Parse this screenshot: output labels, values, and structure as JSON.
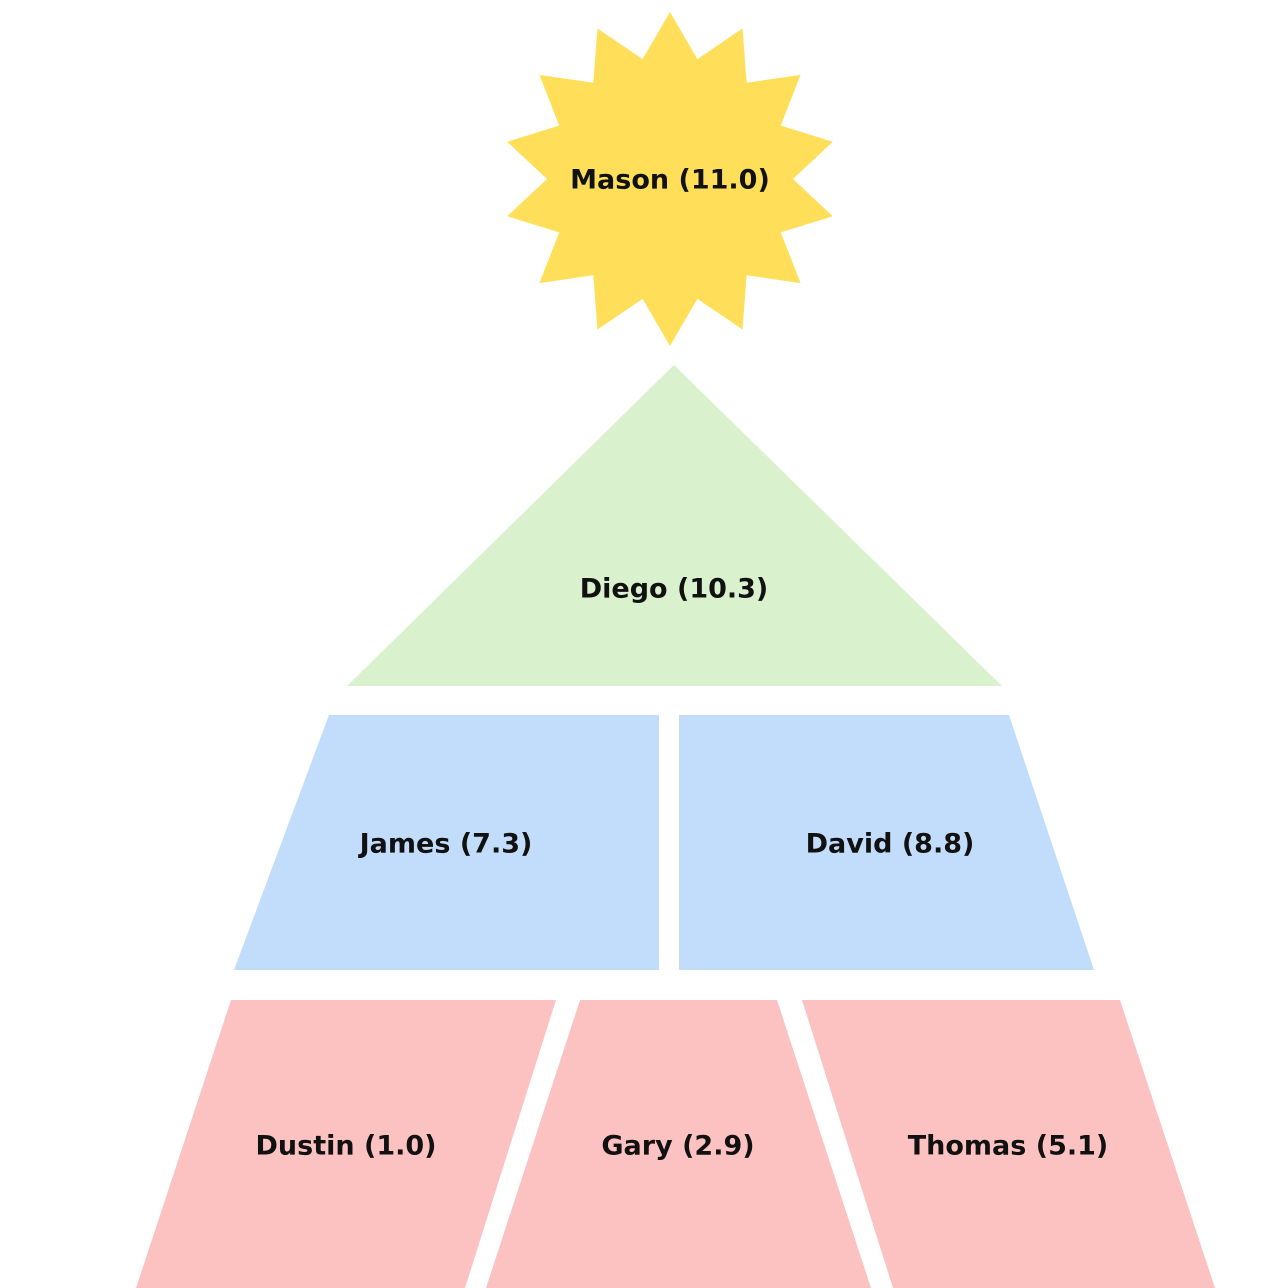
{
  "colors": {
    "top": "#FFDE59",
    "tier1": "#D9F2CD",
    "tier2": "#C2DCFB",
    "tier3": "#FCC2C2",
    "text": "#111111"
  },
  "nodes": {
    "mason": {
      "label": "Mason (11.0)",
      "shape": "star-burst"
    },
    "diego": {
      "label": "Diego (10.3)",
      "shape": "triangle"
    },
    "james": {
      "label": "James (7.3)",
      "shape": "trapezoid-left"
    },
    "david": {
      "label": "David (8.8)",
      "shape": "trapezoid-right"
    },
    "dustin": {
      "label": "Dustin (1.0)",
      "shape": "trapezoid-left"
    },
    "gary": {
      "label": "Gary (2.9)",
      "shape": "trapezoid-center"
    },
    "thomas": {
      "label": "Thomas (5.1)",
      "shape": "trapezoid-right"
    }
  }
}
